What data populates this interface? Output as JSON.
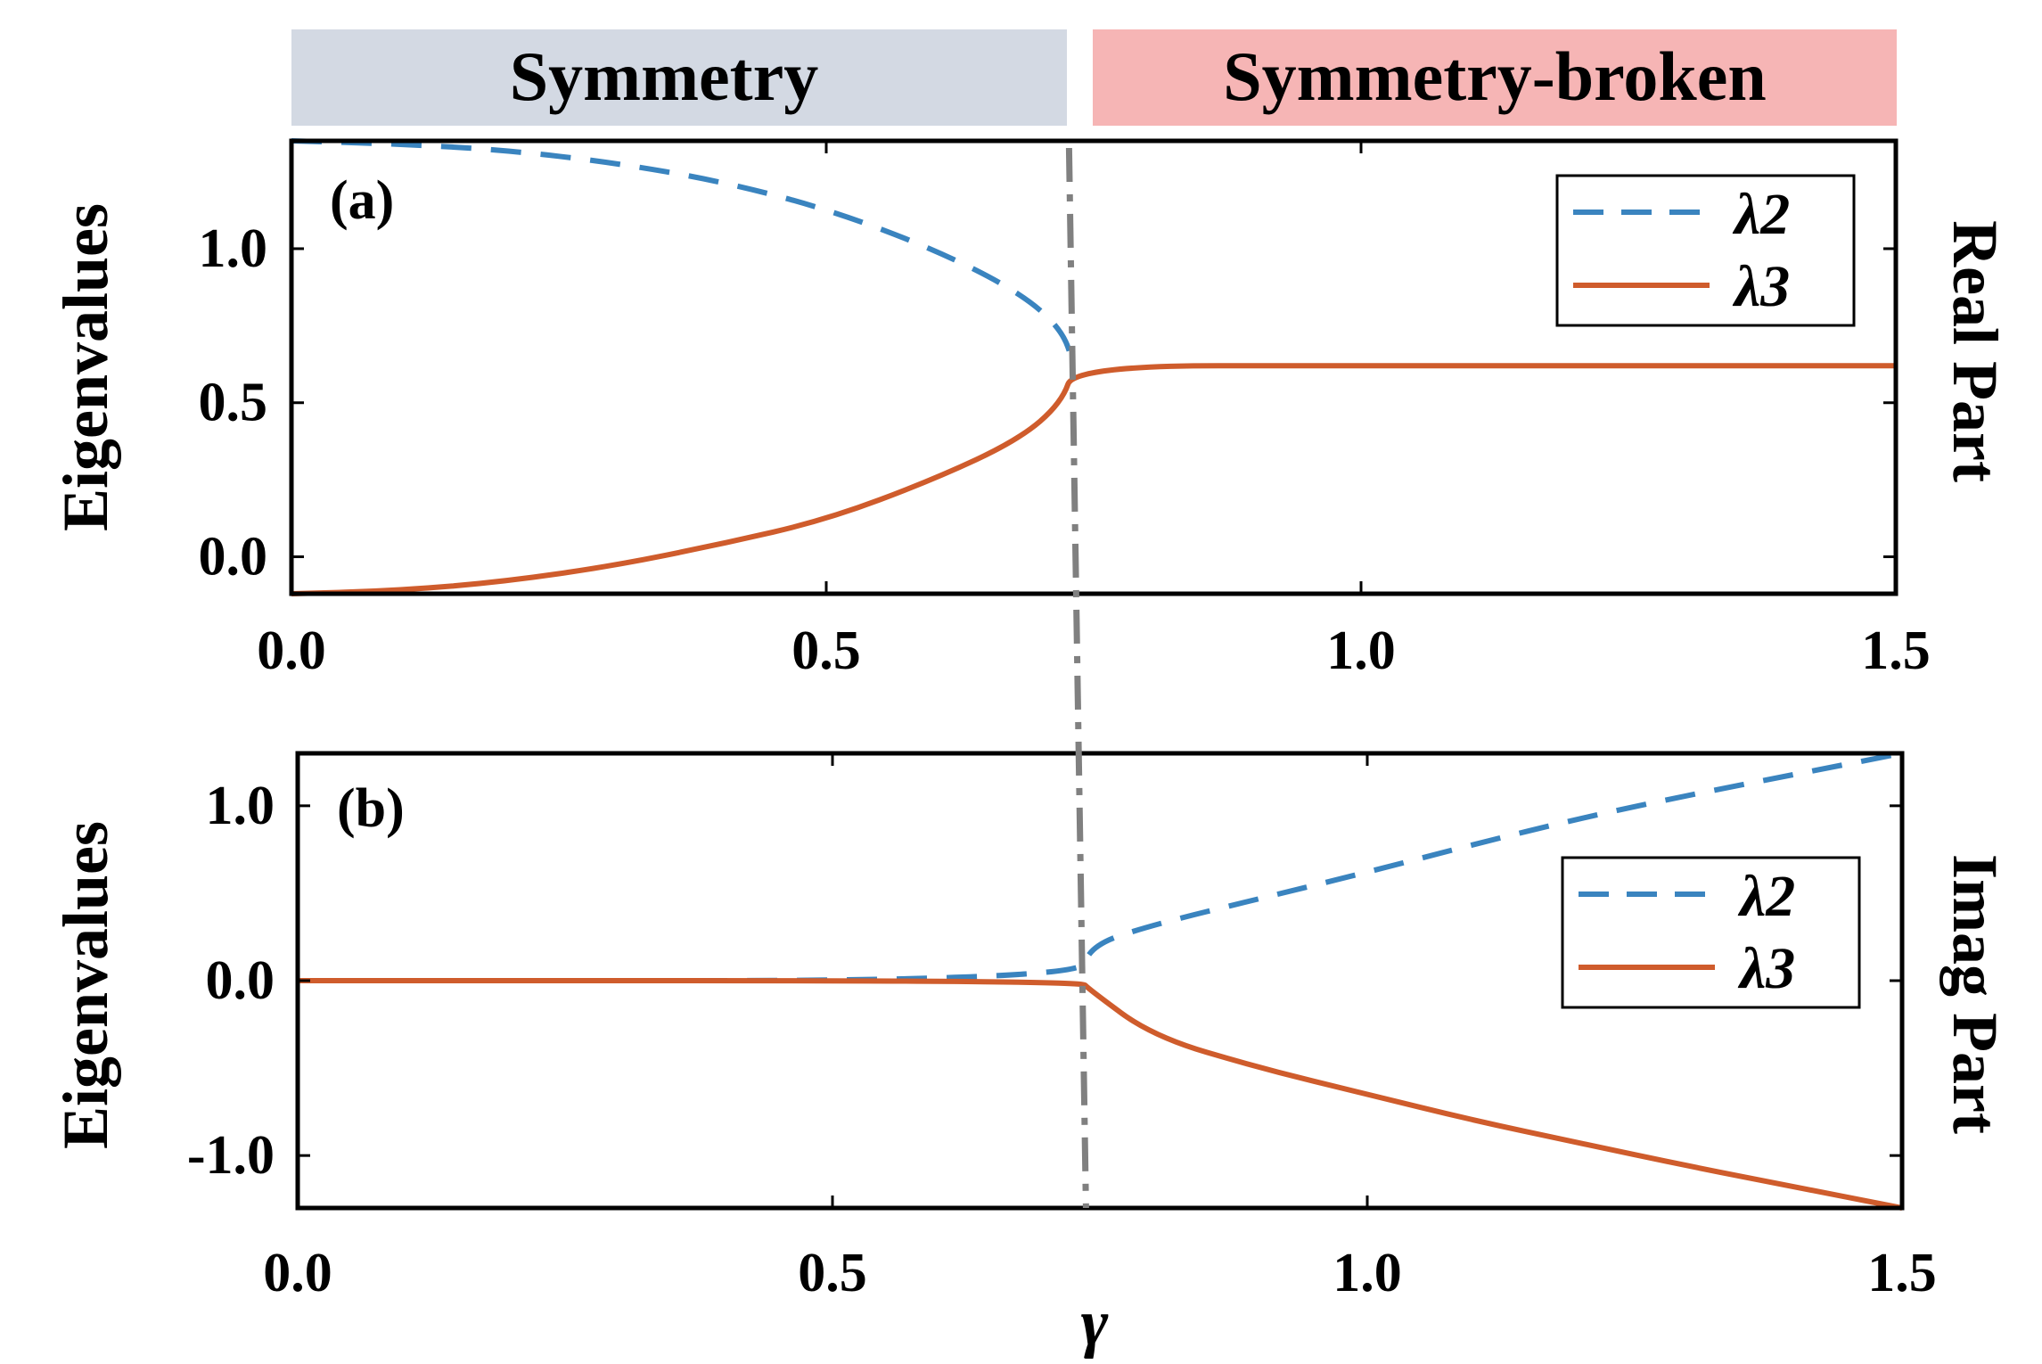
{
  "colors": {
    "symmetry_band": "#d3d9e3",
    "broken_band": "#f6b5b5",
    "lambda2": "#3a84bf",
    "lambda3": "#cf5c2c",
    "divider": "#808080",
    "frame": "#000000"
  },
  "header": {
    "symmetry_label": "Symmetry",
    "broken_label": "Symmetry-broken"
  },
  "chart_data": [
    {
      "id": "a",
      "type": "line",
      "panel_label": "(a)",
      "ylabel": "Eigenvalues",
      "side_label": "Real Part",
      "xlabel": "",
      "xlim": [
        0.0,
        1.5
      ],
      "ylim": [
        -0.12,
        1.35
      ],
      "xticks": [
        "0.0",
        "0.5",
        "1.0",
        "1.5"
      ],
      "yticks": [
        "0.0",
        "0.5",
        "1.0"
      ],
      "exceptional_point_x": 0.732,
      "legend": {
        "position": "top-right",
        "entries": [
          "λ2",
          "λ3"
        ]
      },
      "series": [
        {
          "name": "λ2",
          "style": "dashed",
          "color": "lambda2",
          "points": [
            [
              0.0,
              1.35
            ],
            [
              0.1,
              1.34
            ],
            [
              0.2,
              1.32
            ],
            [
              0.3,
              1.28
            ],
            [
              0.4,
              1.22
            ],
            [
              0.5,
              1.13
            ],
            [
              0.6,
              1.0
            ],
            [
              0.68,
              0.86
            ],
            [
              0.72,
              0.74
            ],
            [
              0.732,
              0.62
            ]
          ]
        },
        {
          "name": "λ3",
          "style": "solid",
          "color": "lambda3",
          "points": [
            [
              0.0,
              -0.12
            ],
            [
              0.1,
              -0.11
            ],
            [
              0.2,
              -0.08
            ],
            [
              0.3,
              -0.03
            ],
            [
              0.4,
              0.04
            ],
            [
              0.5,
              0.12
            ],
            [
              0.6,
              0.25
            ],
            [
              0.68,
              0.38
            ],
            [
              0.72,
              0.5
            ],
            [
              0.732,
              0.62
            ],
            [
              1.0,
              0.62
            ],
            [
              1.5,
              0.62
            ]
          ]
        }
      ]
    },
    {
      "id": "b",
      "type": "line",
      "panel_label": "(b)",
      "ylabel": "Eigenvalues",
      "side_label": "Imag Part",
      "xlabel": "γ",
      "xlim": [
        0.0,
        1.5
      ],
      "ylim": [
        -1.3,
        1.3
      ],
      "xticks": [
        "0.0",
        "0.5",
        "1.0",
        "1.5"
      ],
      "yticks": [
        "1.0",
        "0.0",
        "-1.0"
      ],
      "exceptional_point_x": 0.732,
      "legend": {
        "position": "center-right",
        "entries": [
          "λ2",
          "λ3"
        ]
      },
      "series": [
        {
          "name": "λ2",
          "style": "dashed",
          "color": "lambda2",
          "points": [
            [
              0.0,
              0.0
            ],
            [
              0.732,
              0.0
            ],
            [
              0.74,
              0.2
            ],
            [
              0.8,
              0.32
            ],
            [
              0.9,
              0.47
            ],
            [
              1.0,
              0.62
            ],
            [
              1.1,
              0.78
            ],
            [
              1.2,
              0.93
            ],
            [
              1.3,
              1.06
            ],
            [
              1.4,
              1.18
            ],
            [
              1.5,
              1.3
            ]
          ]
        },
        {
          "name": "λ3",
          "style": "solid",
          "color": "lambda3",
          "points": [
            [
              0.0,
              0.0
            ],
            [
              0.732,
              0.0
            ],
            [
              0.74,
              -0.05
            ],
            [
              0.8,
              -0.32
            ],
            [
              0.9,
              -0.5
            ],
            [
              1.0,
              -0.65
            ],
            [
              1.1,
              -0.8
            ],
            [
              1.2,
              -0.93
            ],
            [
              1.3,
              -1.06
            ],
            [
              1.4,
              -1.18
            ],
            [
              1.5,
              -1.3
            ]
          ]
        }
      ]
    }
  ]
}
